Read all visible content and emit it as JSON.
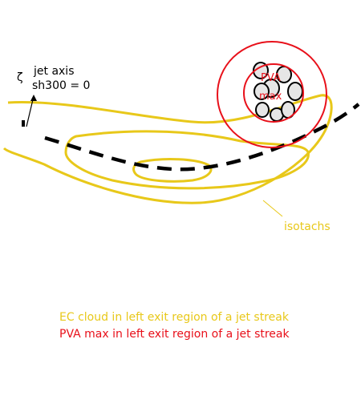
{
  "labels": {
    "zeta": "ζ",
    "jet_axis": "jet axis",
    "sh300": "sh300 = 0",
    "pva_line1": "PVA",
    "pva_line2": "max",
    "isotachs": "isotachs"
  },
  "captions": {
    "ec_cloud": "EC cloud in left exit region of a jet streak",
    "pva_max": "PVA max in left exit region of a jet streak"
  },
  "colors": {
    "isotach": "#e8c81a",
    "pva": "#e8101a",
    "jet_axis": "#000000",
    "cloud_fill": "#e6e6e6"
  }
}
